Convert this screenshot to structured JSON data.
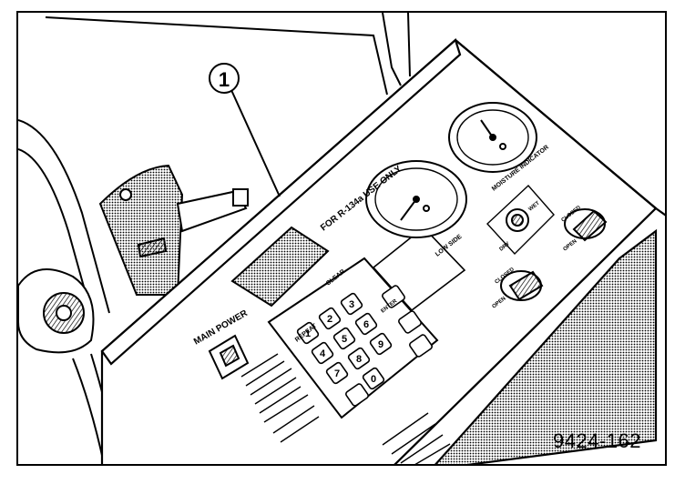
{
  "callout": {
    "number": "1"
  },
  "figure_id": "9424-162",
  "panel": {
    "caution_label": "FOR R-134a USE ONLY",
    "main_power_label": "MAIN POWER",
    "low_side_label": "LOW SIDE",
    "moisture_indicator_label": "MOISTURE INDICATOR",
    "dry_label": "DRY",
    "wet_label": "WET",
    "closed_label": "CLOSED",
    "open_label": "OPEN",
    "repeat_label": "REPEAT",
    "enter_label": "ENTER",
    "clear_label": "CLEAR"
  },
  "keypad": {
    "keys": [
      "1",
      "2",
      "3",
      "4",
      "5",
      "6",
      "7",
      "8",
      "9",
      "0"
    ]
  }
}
